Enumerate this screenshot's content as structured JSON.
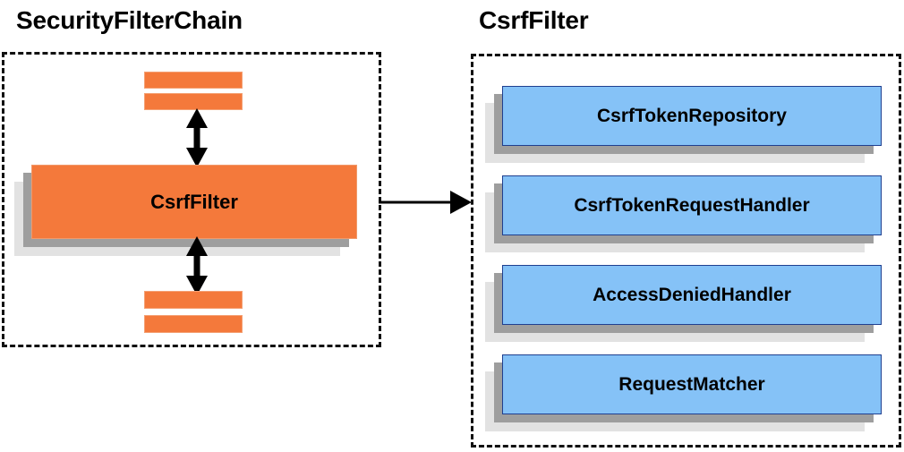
{
  "diagram": {
    "type": "component-collaboration-diagram",
    "background": "#ffffff",
    "colors": {
      "filter_orange": "#f4793b",
      "filter_orange_border": "#f09a6b",
      "collaborator_blue": "#85c2f7",
      "collaborator_blue_border": "#1f3f8f",
      "shadow_mid": "#9e9e9e",
      "shadow_back": "#e2e2e2",
      "outline_dashed": "#111111",
      "text": "#000000"
    }
  },
  "panels": {
    "left": {
      "title": "SecurityFilterChain",
      "highlighted_filter": {
        "label": "CsrfFilter"
      },
      "filters_above": [
        {
          "label": ""
        },
        {
          "label": ""
        }
      ],
      "filters_below": [
        {
          "label": ""
        },
        {
          "label": ""
        }
      ],
      "arrows": {
        "up": "double-headed-vertical-arrow",
        "down": "double-headed-vertical-arrow"
      }
    },
    "right": {
      "title": "CsrfFilter",
      "collaborators": [
        {
          "label": "CsrfTokenRepository"
        },
        {
          "label": "CsrfTokenRequestHandler"
        },
        {
          "label": "AccessDeniedHandler"
        },
        {
          "label": "RequestMatcher"
        }
      ]
    }
  },
  "connector": {
    "kind": "single-headed-horizontal-arrow",
    "from": "SecurityFilterChain",
    "to": "CsrfFilter"
  }
}
